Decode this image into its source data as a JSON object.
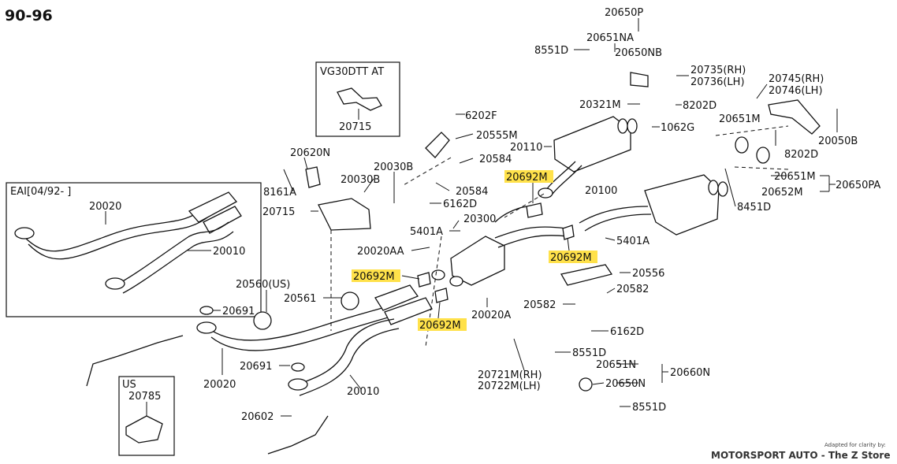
{
  "page": {
    "year_range": "90-96",
    "credit_small": "Adapted for clarity by:",
    "credit_main": "MOTORSPORT AUTO - The Z Store"
  },
  "insets": {
    "vg30dtt": {
      "title": "VG30DTT AT",
      "part": "20715"
    },
    "eai": {
      "title": "EAI[04/92-    ]",
      "part_a": "20020",
      "part_b": "20010"
    },
    "us": {
      "title": "US",
      "part": "20785"
    }
  },
  "labels": {
    "p20650P": "20650P",
    "p20651NA": "20651NA",
    "p8551D_top": "8551D",
    "p20650NB": "20650NB",
    "p20735": "20735(RH)",
    "p20736": "20736(LH)",
    "p20745": "20745(RH)",
    "p20746": "20746(LH)",
    "p20321M": "20321M",
    "p8202D_a": "8202D",
    "p1062G": "1062G",
    "p6202F": "6202F",
    "p20555M": "20555M",
    "p20110": "20110",
    "p20651M_top": "20651M",
    "p8202D_b": "8202D",
    "p20050B": "20050B",
    "p20620N": "20620N",
    "p20030B_a": "20030B",
    "p20030B_b": "20030B",
    "p20584_a": "20584",
    "p20584_b": "20584",
    "p20651M_b": "20651M",
    "p20650PA": "20650PA",
    "p20652M": "20652M",
    "p8161A": "8161A",
    "p20100": "20100",
    "p6162D_a": "6162D",
    "p20715": "20715",
    "p8451D": "8451D",
    "p20300": "20300",
    "p5401A_a": "5401A",
    "p5401A_b": "5401A",
    "p20020AA": "20020AA",
    "p20556": "20556",
    "p20560": "20560(US)",
    "p20582_a": "20582",
    "p20561": "20561",
    "p20691_a": "20691",
    "p20582_b": "20582",
    "p20020A": "20020A",
    "p6162D_b": "6162D",
    "p8551D_mid": "8551D",
    "p20651N": "20651N",
    "p20660N": "20660N",
    "p20721M": "20721M(RH)",
    "p20722M": "20722M(LH)",
    "p20650N": "20650N",
    "p20691_b": "20691",
    "p20020": "20020",
    "p20010": "20010",
    "p8551D_bot": "8551D",
    "p20602": "20602"
  },
  "highlighted": {
    "h1": "20692M",
    "h2": "20692M",
    "h3": "20692M",
    "h4": "20692M"
  },
  "colors": {
    "highlight": "#ffe14a",
    "ink": "#111111",
    "background": "#ffffff"
  }
}
